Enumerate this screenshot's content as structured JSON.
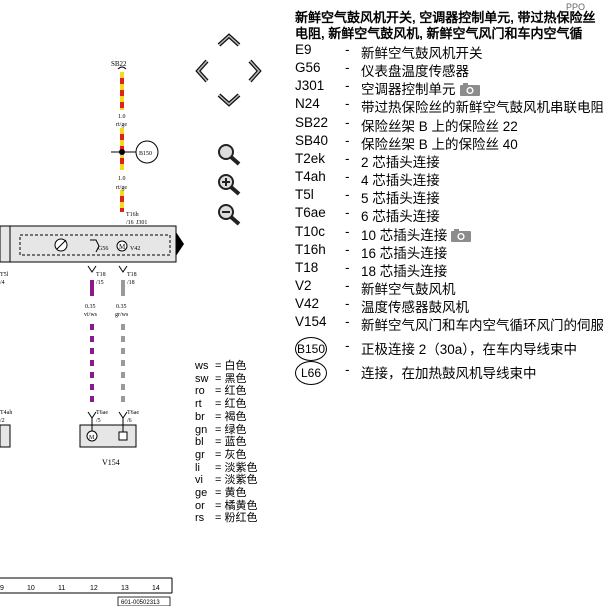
{
  "header": {
    "title_line1": "新鲜空气鼓风机开关, 空调器控制单元, 带过热保险丝",
    "title_line2": "电阻, 新鲜空气鼓风机, 新鲜空气风门和车内空气循",
    "page_label": "PPO"
  },
  "legend": [
    {
      "code": "E9",
      "desc": "新鲜空气鼓风机开关",
      "camera": false
    },
    {
      "code": "G56",
      "desc": "仪表盘温度传感器",
      "camera": false
    },
    {
      "code": "J301",
      "desc": "空调器控制单元",
      "camera": true
    },
    {
      "code": "N24",
      "desc": "带过热保险丝的新鲜空气鼓风机串联电阻",
      "camera": false
    },
    {
      "code": "SB22",
      "desc": "保险丝架 B 上的保险丝 22",
      "camera": false
    },
    {
      "code": "SB40",
      "desc": "保险丝架 B 上的保险丝 40",
      "camera": false
    },
    {
      "code": "T2ek",
      "desc": "2 芯插头连接",
      "camera": false
    },
    {
      "code": "T4ah",
      "desc": "4 芯插头连接",
      "camera": false
    },
    {
      "code": "T5l",
      "desc": "5 芯插头连接",
      "camera": false
    },
    {
      "code": "T6ae",
      "desc": "6 芯插头连接",
      "camera": false
    },
    {
      "code": "T10c",
      "desc": "10 芯插头连接",
      "camera": true
    },
    {
      "code": "T16h",
      "desc": "16 芯插头连接",
      "camera": false
    },
    {
      "code": "T18",
      "desc": "18 芯插头连接",
      "camera": false
    },
    {
      "code": "V2",
      "desc": "新鲜空气鼓风机",
      "camera": false
    },
    {
      "code": "V42",
      "desc": "温度传感器鼓风机",
      "camera": false
    },
    {
      "code": "V154",
      "desc": "新鲜空气风门和车内空气循环风门的伺服",
      "camera": false
    }
  ],
  "circle_legend": [
    {
      "code": "B150",
      "desc": "正极连接 2（30a），在车内导线束中"
    },
    {
      "code": "L66",
      "desc": "连接，在加热鼓风机导线束中"
    }
  ],
  "color_codes": [
    {
      "k": "ws",
      "v": "白色"
    },
    {
      "k": "sw",
      "v": "黑色"
    },
    {
      "k": "ro",
      "v": "红色"
    },
    {
      "k": "rt",
      "v": "红色"
    },
    {
      "k": "br",
      "v": "褐色"
    },
    {
      "k": "gn",
      "v": "绿色"
    },
    {
      "k": "bl",
      "v": "蓝色"
    },
    {
      "k": "gr",
      "v": "灰色"
    },
    {
      "k": "li",
      "v": "淡紫色"
    },
    {
      "k": "vi",
      "v": "淡紫色"
    },
    {
      "k": "ge",
      "v": "黄色"
    },
    {
      "k": "or",
      "v": "橘黄色"
    },
    {
      "k": "rs",
      "v": "粉红色"
    }
  ],
  "diagram": {
    "fuse_label": "SB22",
    "wire_top": {
      "size": "1.0",
      "color": "rt/ge"
    },
    "wire_mid": {
      "size": "1.0",
      "color": "rt/ge"
    },
    "node_label": "B150",
    "connector_top": "T16h",
    "connector_top_pin": "/16",
    "j301_tag": "J301",
    "g56_label": "G56",
    "v42_label": "V42",
    "left_t5": "T5l",
    "left_t5_pin": "/4",
    "t18a": "T18",
    "t18a_pin": "/15",
    "t18b": "T18",
    "t18b_pin": "/18",
    "wire_left": {
      "size": "0.35",
      "color": "vi/ws"
    },
    "wire_right": {
      "size": "0.35",
      "color": "gr/ws"
    },
    "t6ae_a": "T6ae",
    "t6ae_a_pin": "/5",
    "t6ae_b": "T6ae",
    "t6ae_b_pin": "/6",
    "left_t4ah": "T4ah",
    "left_t4ah_pin": "/2",
    "motor_symbol": "M",
    "v154_label": "V154",
    "grid_numbers": [
      "9",
      "10",
      "11",
      "12",
      "13",
      "14"
    ],
    "ref_code": "601-00502313"
  },
  "colors": {
    "wire_red": "#e0201c",
    "wire_yellow": "#f2dc1c",
    "wire_violet": "#8a1a8a",
    "wire_grey": "#9a9a9a",
    "panel_bg": "#e6e6e6",
    "camera_grey": "#8c8c8c"
  },
  "icons": [
    "nav-up-icon",
    "nav-left-icon",
    "nav-right-icon",
    "nav-down-icon",
    "zoom-icon",
    "zoom-in-icon",
    "zoom-out-icon",
    "camera-icon"
  ]
}
